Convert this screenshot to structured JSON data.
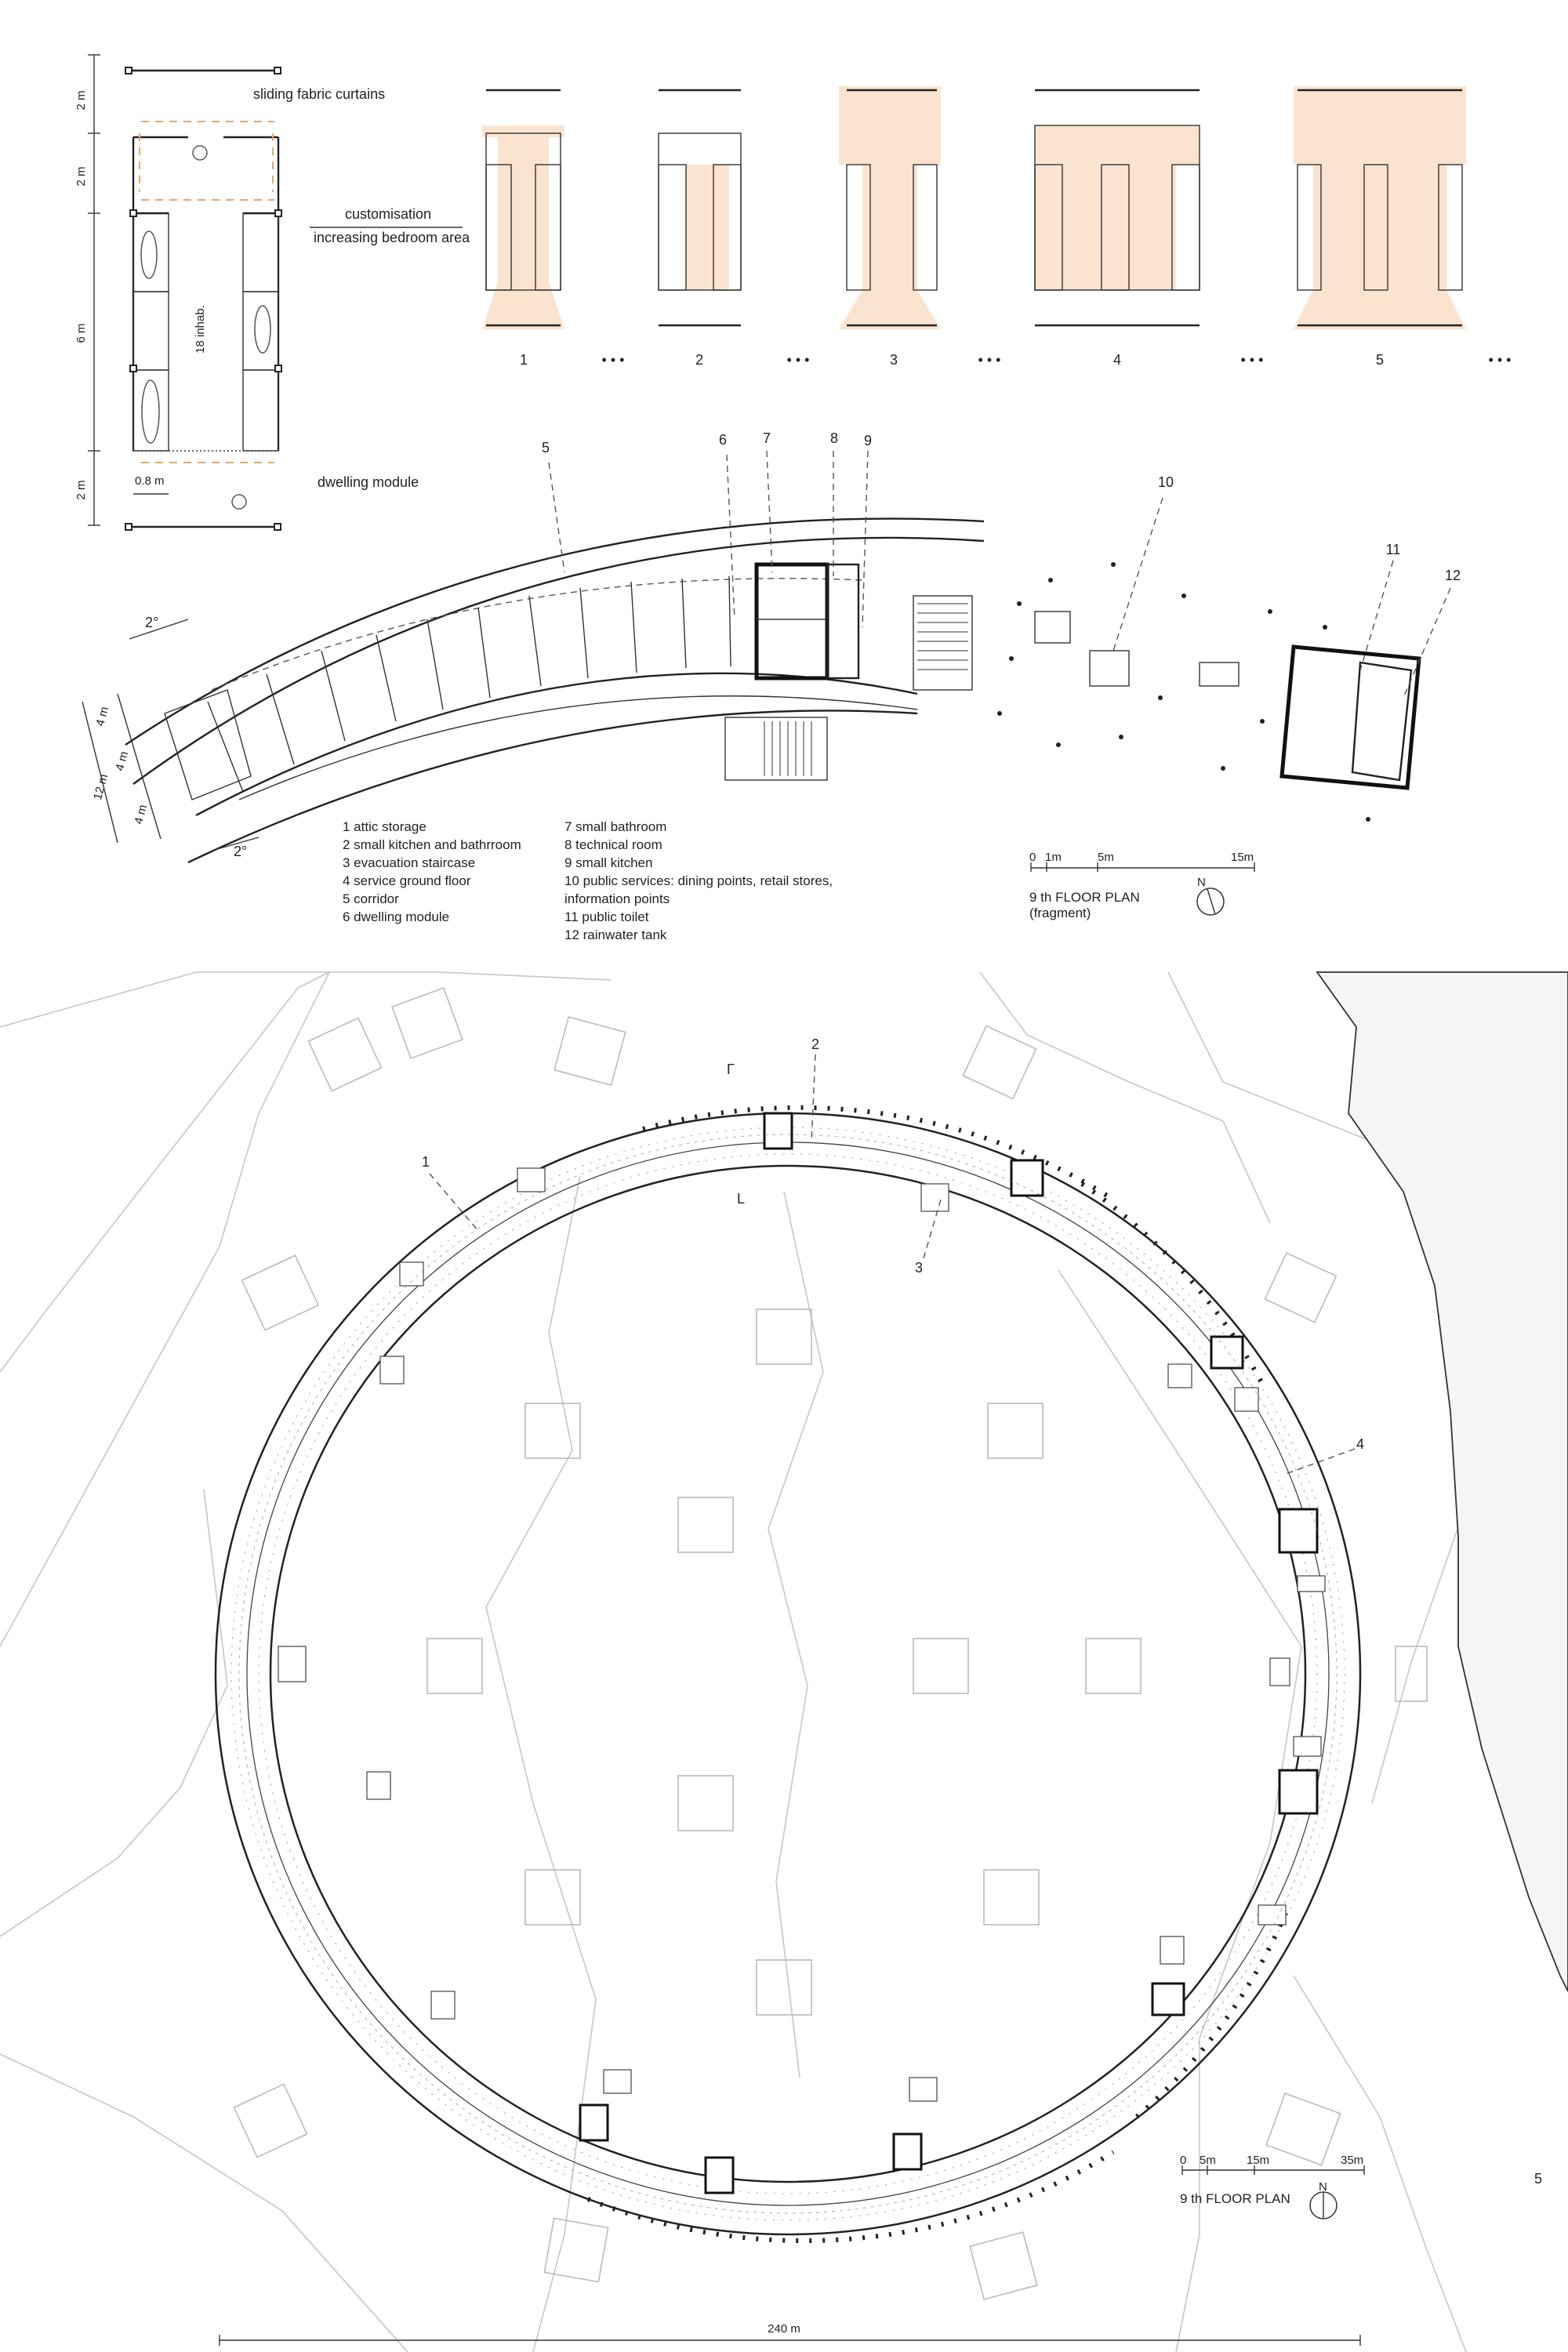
{
  "module": {
    "curtains_label": "sliding fabric curtains",
    "customisation_line1": "customisation",
    "customisation_line2": "increasing bedroom area",
    "inhab_label": "18 inhab.",
    "module_label": "dwelling module",
    "dims": [
      "2 m",
      "2 m",
      "6 m",
      "2 m"
    ],
    "width_label": "0.8 m"
  },
  "variants": {
    "numbers": [
      "1",
      "2",
      "3",
      "4",
      "5"
    ],
    "ellipsis": "• • •"
  },
  "plan9": {
    "callouts": [
      "5",
      "6",
      "7",
      "8",
      "9",
      "10",
      "11",
      "12"
    ],
    "angle_label": "2°",
    "dim_left": [
      "4 m",
      "4 m",
      "4 m"
    ],
    "dim_total": "12 m",
    "legend_left": [
      "1  attic storage",
      "2  small kitchen and bathrroom",
      "3  evacuation staircase",
      "4  service ground floor",
      "5  corridor",
      "6  dwelling module"
    ],
    "legend_right": [
      "7  small bathroom",
      "8  technical room",
      "9  small kitchen",
      "10  public services: dining points, retail stores,",
      "      information points",
      "11  public toilet",
      "12  rainwater tank"
    ],
    "scale_labels": [
      "0",
      "1m",
      "5m",
      "15m"
    ],
    "title_line1": "9 th FLOOR PLAN",
    "title_line2": "(fragment)",
    "north": "N"
  },
  "site": {
    "callouts": [
      "1",
      "2",
      "3",
      "4"
    ],
    "section_marks": [
      "Γ",
      "L"
    ],
    "scale_labels": [
      "0",
      "5m",
      "15m",
      "35m"
    ],
    "title": "9 th FLOOR PLAN",
    "north": "N",
    "total_dim": "240 m",
    "page_number": "5"
  }
}
